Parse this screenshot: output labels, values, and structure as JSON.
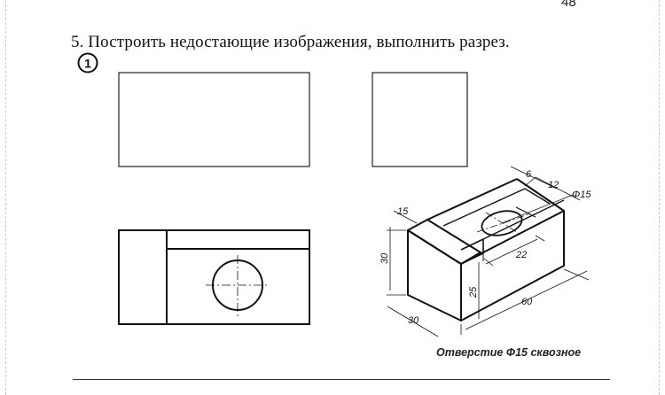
{
  "page": {
    "number": "48"
  },
  "task": {
    "title": "5. Построить недостающие изображения, выполнить разрез.",
    "variant": "1"
  },
  "isometric": {
    "dimensions": {
      "d6": "6",
      "d12": "12",
      "diameter": "Φ15",
      "d15": "15",
      "d30_height": "30",
      "d22": "22",
      "d25": "25",
      "d60": "60",
      "d30_depth": "30"
    },
    "caption": "Отверстие  Φ15 сквозное"
  }
}
